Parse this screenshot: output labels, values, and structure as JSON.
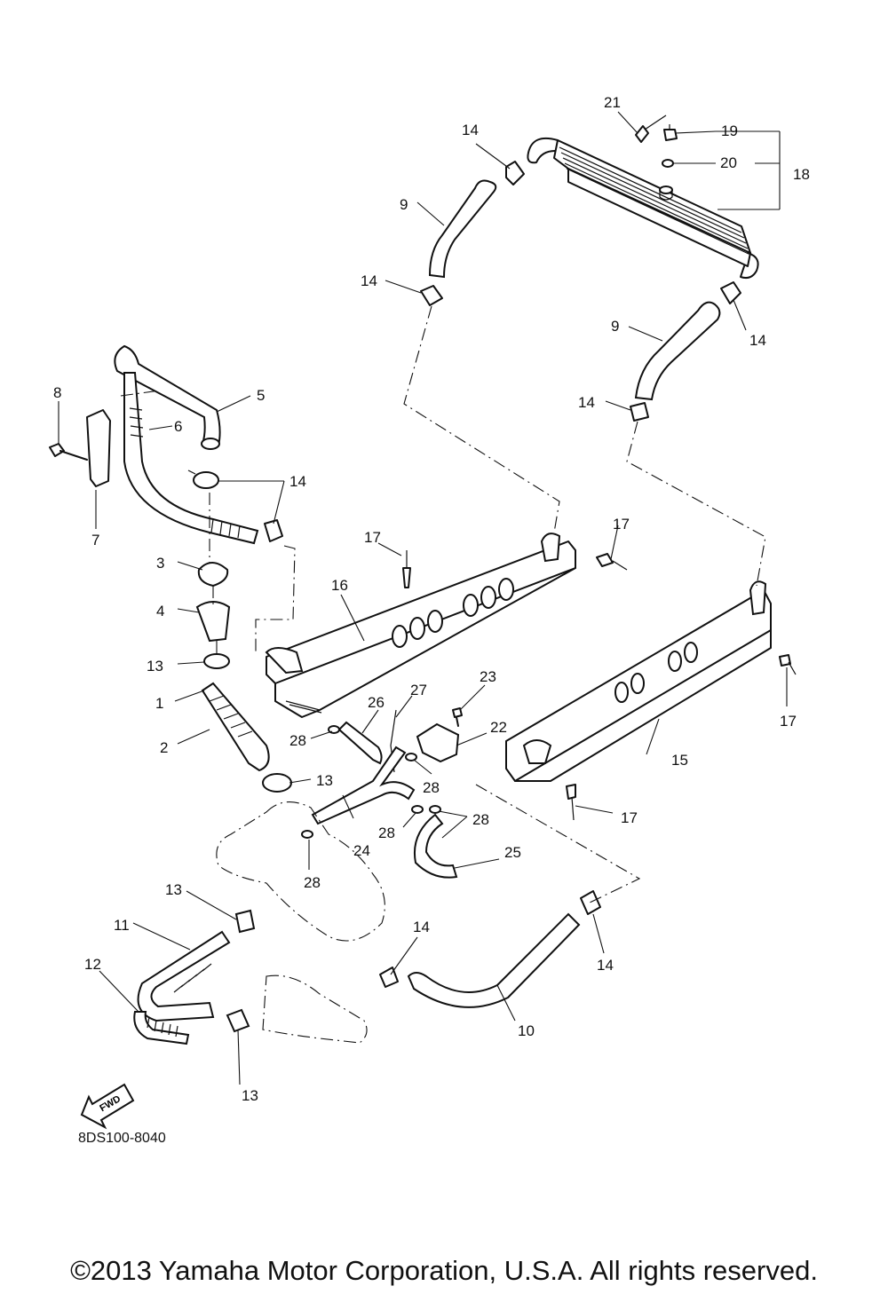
{
  "diagram": {
    "code": "8DS100-8040",
    "copyright": "©2013 Yamaha Motor Corporation, U.S.A. All rights reserved.",
    "fwd_label": "FWD"
  },
  "callouts": [
    {
      "id": "c1",
      "label": "1"
    },
    {
      "id": "c2",
      "label": "2"
    },
    {
      "id": "c3",
      "label": "3"
    },
    {
      "id": "c4",
      "label": "4"
    },
    {
      "id": "c5",
      "label": "5"
    },
    {
      "id": "c6",
      "label": "6"
    },
    {
      "id": "c7",
      "label": "7"
    },
    {
      "id": "c8",
      "label": "8"
    },
    {
      "id": "c9a",
      "label": "9"
    },
    {
      "id": "c9b",
      "label": "9"
    },
    {
      "id": "c10",
      "label": "10"
    },
    {
      "id": "c11",
      "label": "11"
    },
    {
      "id": "c12",
      "label": "12"
    },
    {
      "id": "c13a",
      "label": "13"
    },
    {
      "id": "c13b",
      "label": "13"
    },
    {
      "id": "c13c",
      "label": "13"
    },
    {
      "id": "c13d",
      "label": "13"
    },
    {
      "id": "c14a",
      "label": "14"
    },
    {
      "id": "c14b",
      "label": "14"
    },
    {
      "id": "c14c",
      "label": "14"
    },
    {
      "id": "c14d",
      "label": "14"
    },
    {
      "id": "c14e",
      "label": "14"
    },
    {
      "id": "c14f",
      "label": "14"
    },
    {
      "id": "c14g",
      "label": "14"
    },
    {
      "id": "c15",
      "label": "15"
    },
    {
      "id": "c16",
      "label": "16"
    },
    {
      "id": "c17a",
      "label": "17"
    },
    {
      "id": "c17b",
      "label": "17"
    },
    {
      "id": "c17c",
      "label": "17"
    },
    {
      "id": "c17d",
      "label": "17"
    },
    {
      "id": "c18",
      "label": "18"
    },
    {
      "id": "c19",
      "label": "19"
    },
    {
      "id": "c20",
      "label": "20"
    },
    {
      "id": "c21",
      "label": "21"
    },
    {
      "id": "c22",
      "label": "22"
    },
    {
      "id": "c23",
      "label": "23"
    },
    {
      "id": "c24",
      "label": "24"
    },
    {
      "id": "c25",
      "label": "25"
    },
    {
      "id": "c26",
      "label": "26"
    },
    {
      "id": "c27",
      "label": "27"
    },
    {
      "id": "c28a",
      "label": "28"
    },
    {
      "id": "c28b",
      "label": "28"
    },
    {
      "id": "c28c",
      "label": "28"
    },
    {
      "id": "c28d",
      "label": "28"
    },
    {
      "id": "c28e",
      "label": "28"
    }
  ]
}
